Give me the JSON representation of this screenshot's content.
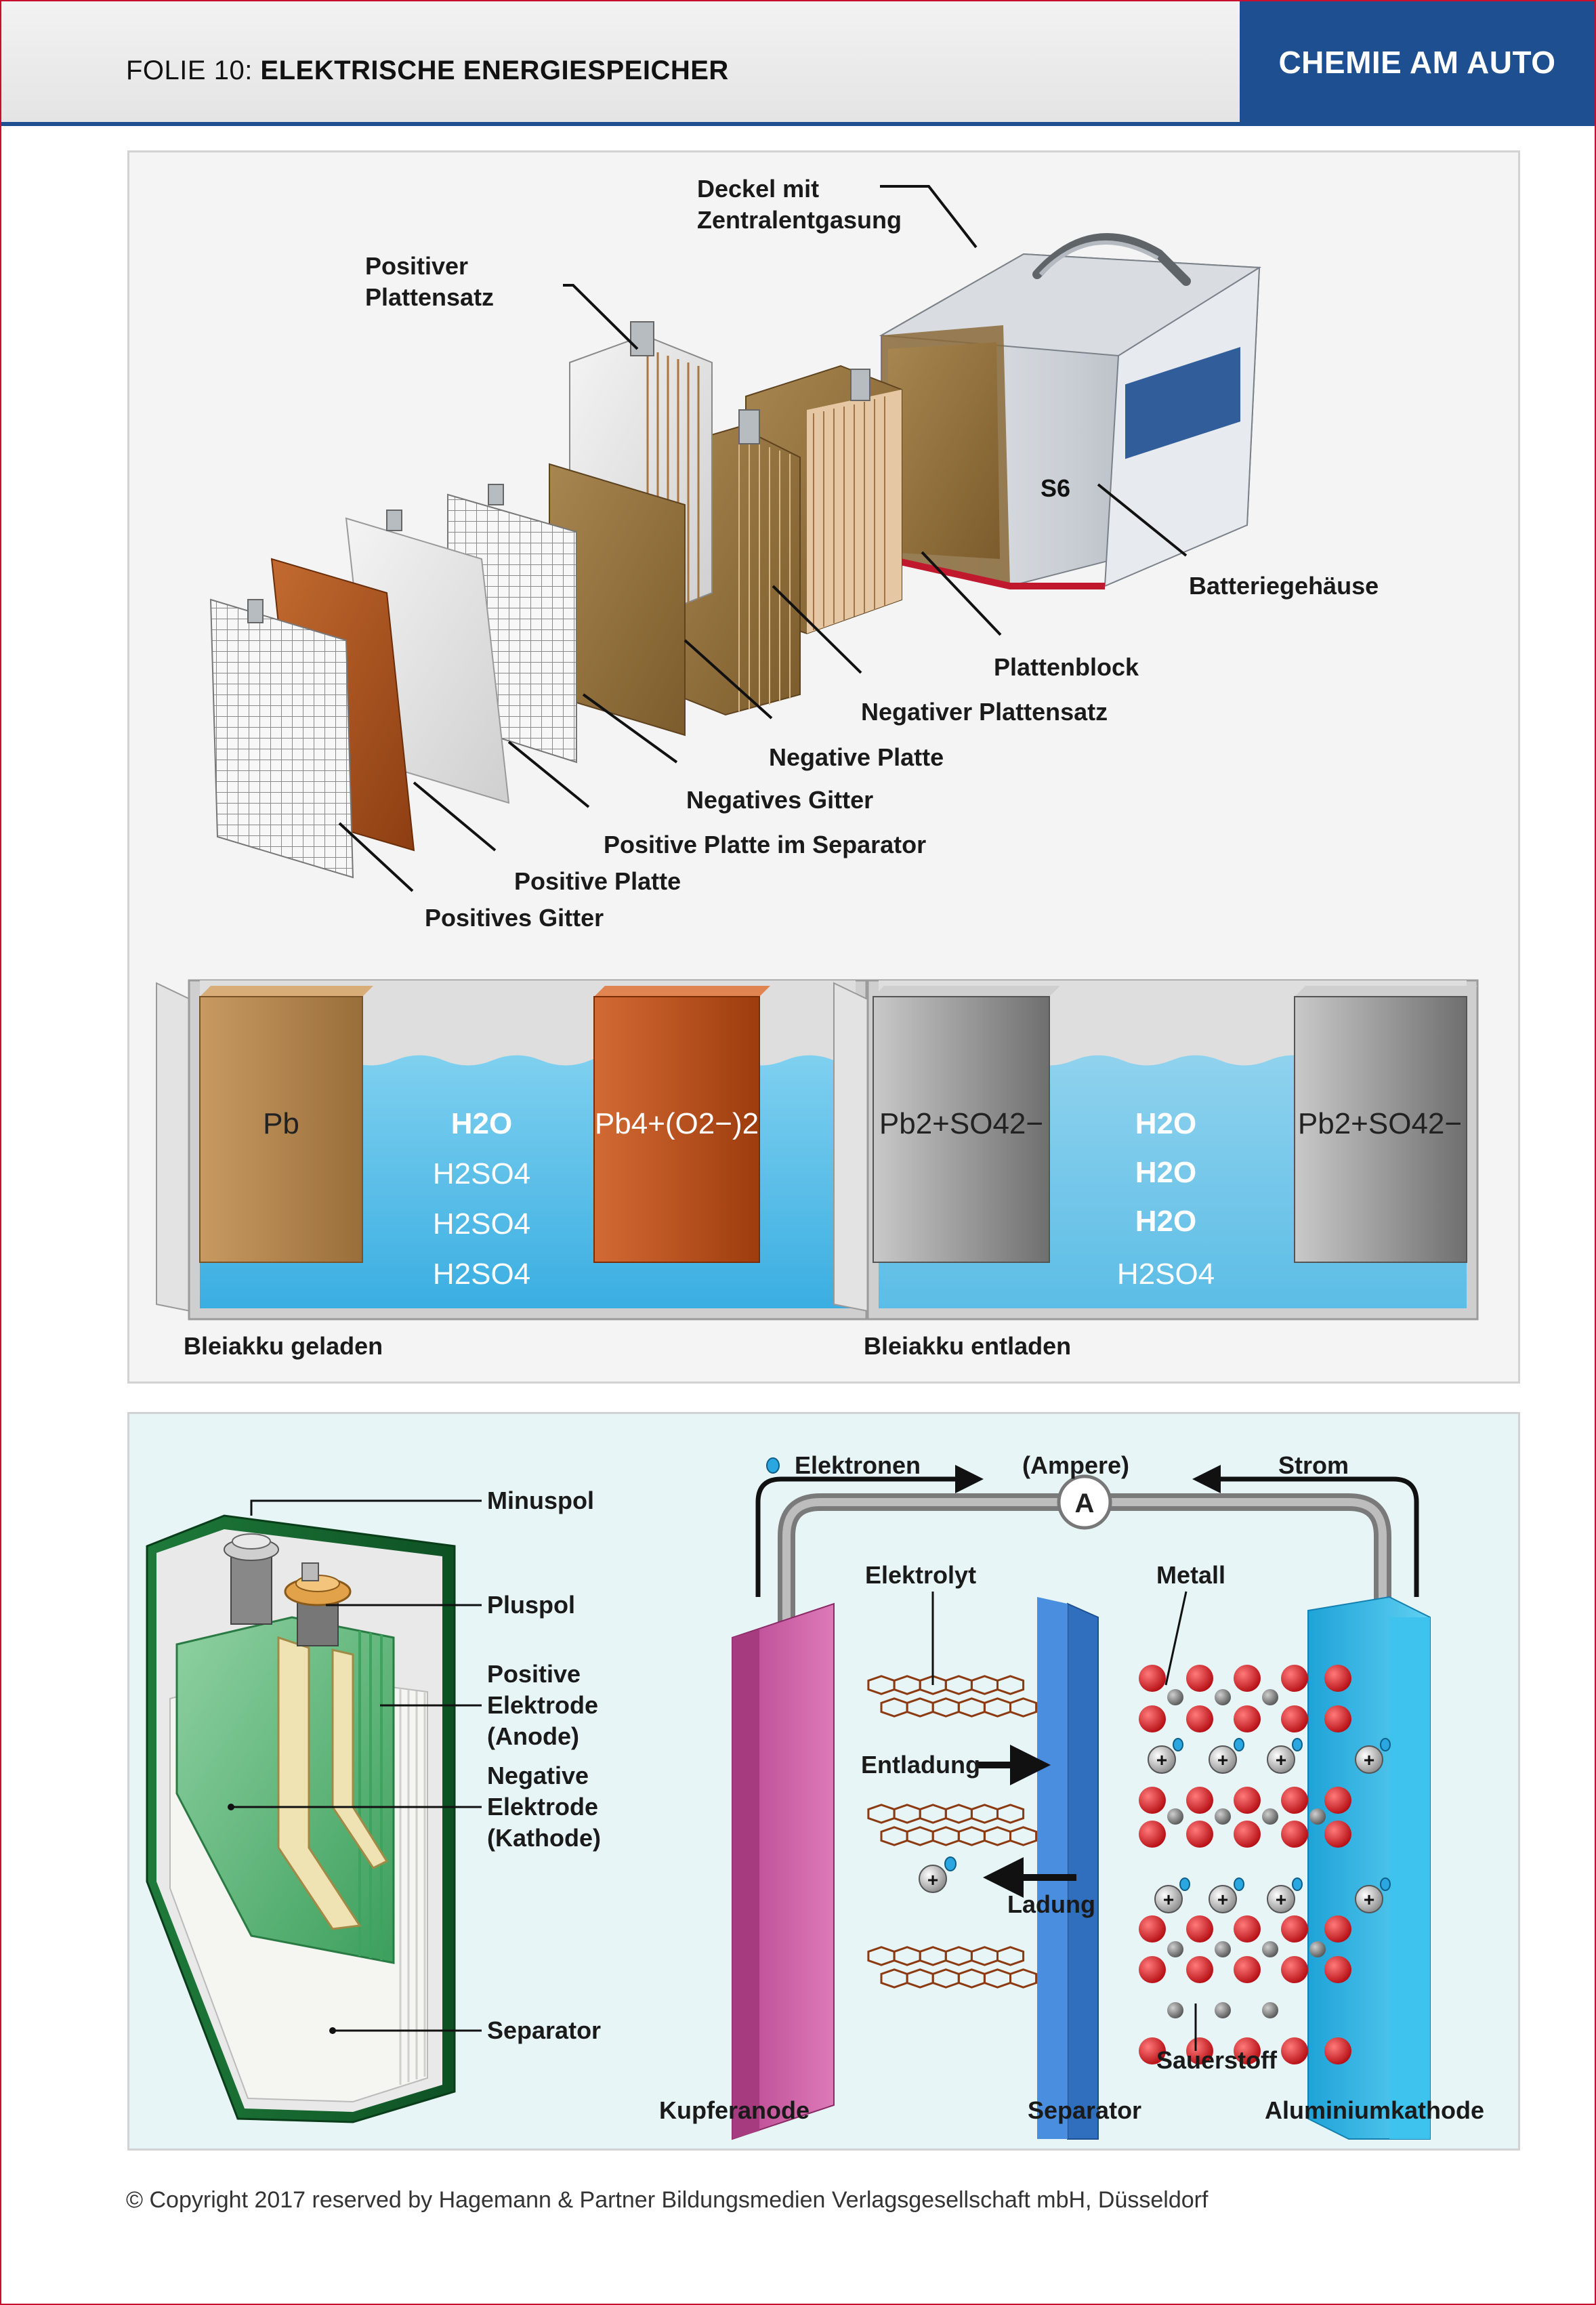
{
  "header": {
    "title_prefix": "FOLIE 10: ",
    "title_main": "ELEKTRISCHE ENERGIESPEICHER",
    "brand": "CHEMIE AM AUTO"
  },
  "exploded_view": {
    "labels": {
      "deckel_1": "Deckel mit",
      "deckel_2": "Zentralentgasung",
      "pos_plattensatz_1": "Positiver",
      "pos_plattensatz_2": "Plattensatz",
      "gehaeuse": "Batteriegehäuse",
      "plattenblock": "Plattenblock",
      "neg_plattensatz": "Negativer Plattensatz",
      "neg_platte": "Negative Platte",
      "neg_gitter": "Negatives Gitter",
      "pos_platte_sep": "Positive Platte im Separator",
      "pos_platte": "Positive Platte",
      "pos_gitter": "Positives Gitter"
    },
    "battery_badge": "S6"
  },
  "lead_acid": {
    "charged": {
      "caption": "Bleiakku geladen",
      "left_electrode": "Pb",
      "water": "H2O",
      "acid": "H2SO4",
      "right_electrode": "Pb4+(O2−)2"
    },
    "discharged": {
      "caption": "Bleiakku entladen",
      "electrode": "Pb2+SO42−",
      "water": "H2O",
      "acid": "H2SO4"
    }
  },
  "cell_cutaway": {
    "labels": {
      "minuspol": "Minuspol",
      "pluspol": "Pluspol",
      "pos_1": "Positive",
      "pos_2": "Elektrode",
      "pos_3": "(Anode)",
      "neg_1": "Negative",
      "neg_2": "Elektrode",
      "neg_3": "(Kathode)",
      "separator": "Separator"
    }
  },
  "circuit": {
    "labels": {
      "elektronen": "Elektronen",
      "ampere": "(Ampere)",
      "amp_symbol": "A",
      "strom": "Strom",
      "elektrolyt": "Elektrolyt",
      "metall": "Metall",
      "entladung": "Entladung",
      "ladung": "Ladung",
      "sauerstoff": "Sauerstoff",
      "kupferanode": "Kupferanode",
      "separator": "Separator",
      "aluminiumkathode": "Aluminiumkathode"
    },
    "colors": {
      "anode": "#c8509a",
      "separator": "#3a7fcf",
      "cathode": "#2bb6e6",
      "oxygen": "#d7141b",
      "metal": "#8a8a8a",
      "graphene": "#8b3a12"
    }
  },
  "footer": {
    "copyright": "© Copyright 2017 reserved by Hagemann & Partner Bildungsmedien Verlagsgesellschaft mbH, Düsseldorf"
  }
}
